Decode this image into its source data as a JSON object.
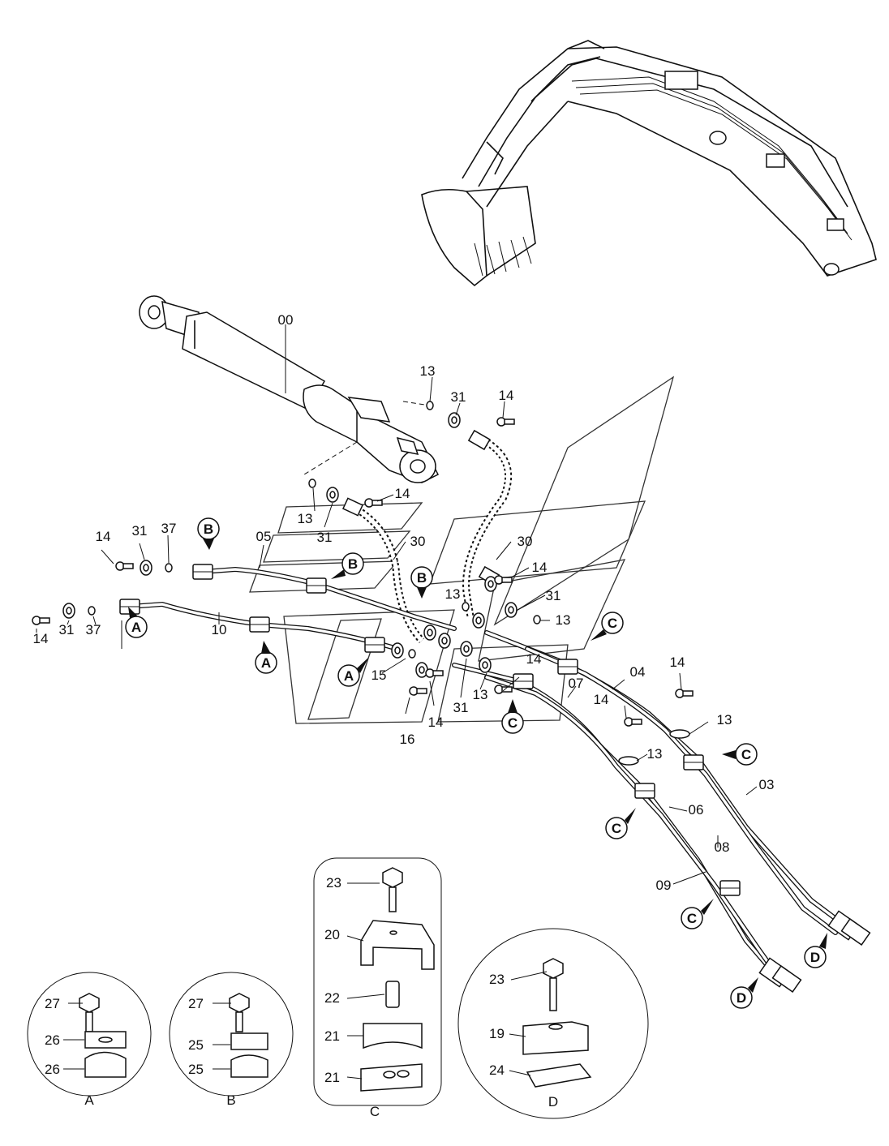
{
  "parts": {
    "cylinder": "00",
    "pipe_03": "03",
    "pipe_04": "04",
    "pipe_05": "05",
    "pipe_06": "06",
    "pipe_07": "07",
    "pipe_08": "08",
    "pipe_09": "09",
    "pipe_10": "10",
    "oring_13": "13",
    "bolt_14": "14",
    "oring_15": "15",
    "bolt_16": "16",
    "clamp_19": "19",
    "clamp_20": "20",
    "clamp_21": "21",
    "spacer_22": "22",
    "bolt_23": "23",
    "plate_24": "24",
    "clamp_25": "25",
    "clamp_26": "26",
    "bolt_27": "27",
    "hose_30": "30",
    "flange_31": "31",
    "oring_37": "37"
  },
  "callouts": {
    "a": "A",
    "b": "B",
    "c": "C",
    "d": "D"
  },
  "detail_views": {
    "a": "A",
    "b": "B",
    "c": "C",
    "d": "D"
  }
}
